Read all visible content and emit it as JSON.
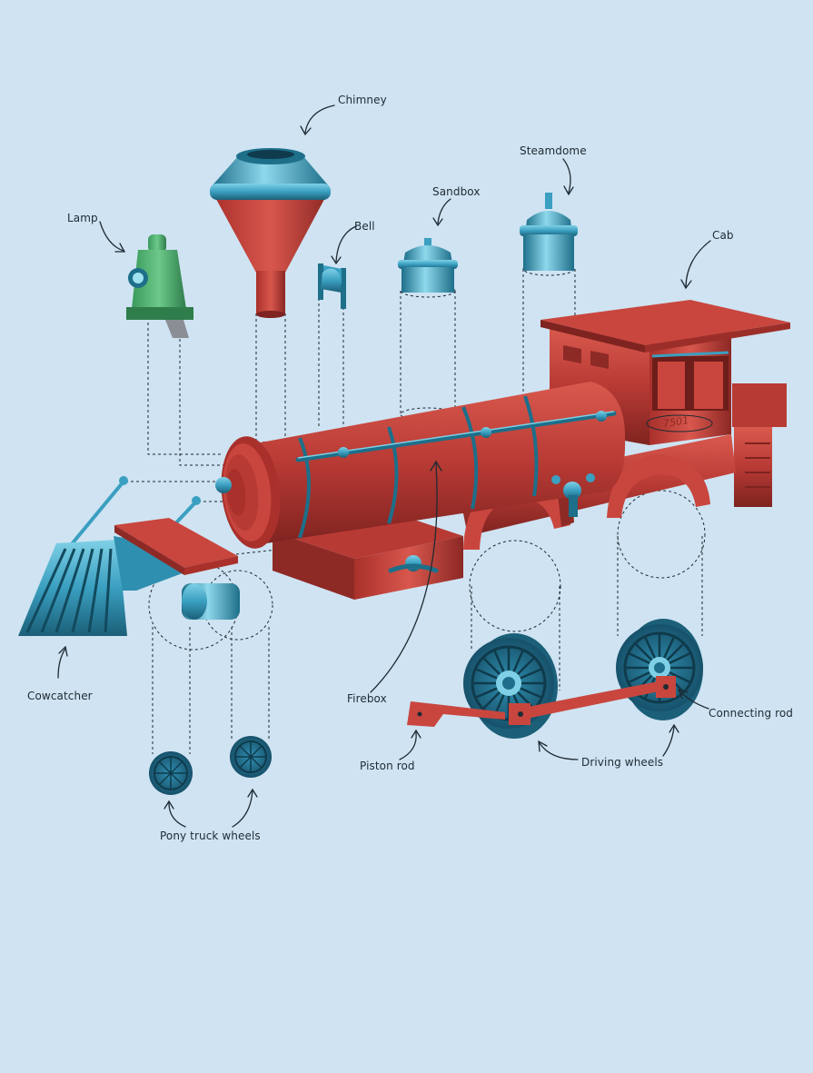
{
  "labels": {
    "chimney": "Chimney",
    "steamdome": "Steamdome",
    "sandbox": "Sandbox",
    "lamp": "Lamp",
    "bell": "Bell",
    "cab": "Cab",
    "cowcatcher": "Cowcatcher",
    "firebox": "Firebox",
    "connecting_rod": "Connecting rod",
    "piston_rod": "Piston rod",
    "driving_wheels": "Driving wheels",
    "pony_truck_wheels": "Pony truck wheels"
  },
  "engine_number": "7501",
  "colors": {
    "background": "#cfe3f2",
    "body_red": "#c9463e",
    "body_red_dark": "#8e2a26",
    "metal_blue": "#3a9fc0",
    "metal_blue_dark": "#1d6f8a",
    "lamp_green": "#4caf6e",
    "line": "#1e2a33"
  }
}
